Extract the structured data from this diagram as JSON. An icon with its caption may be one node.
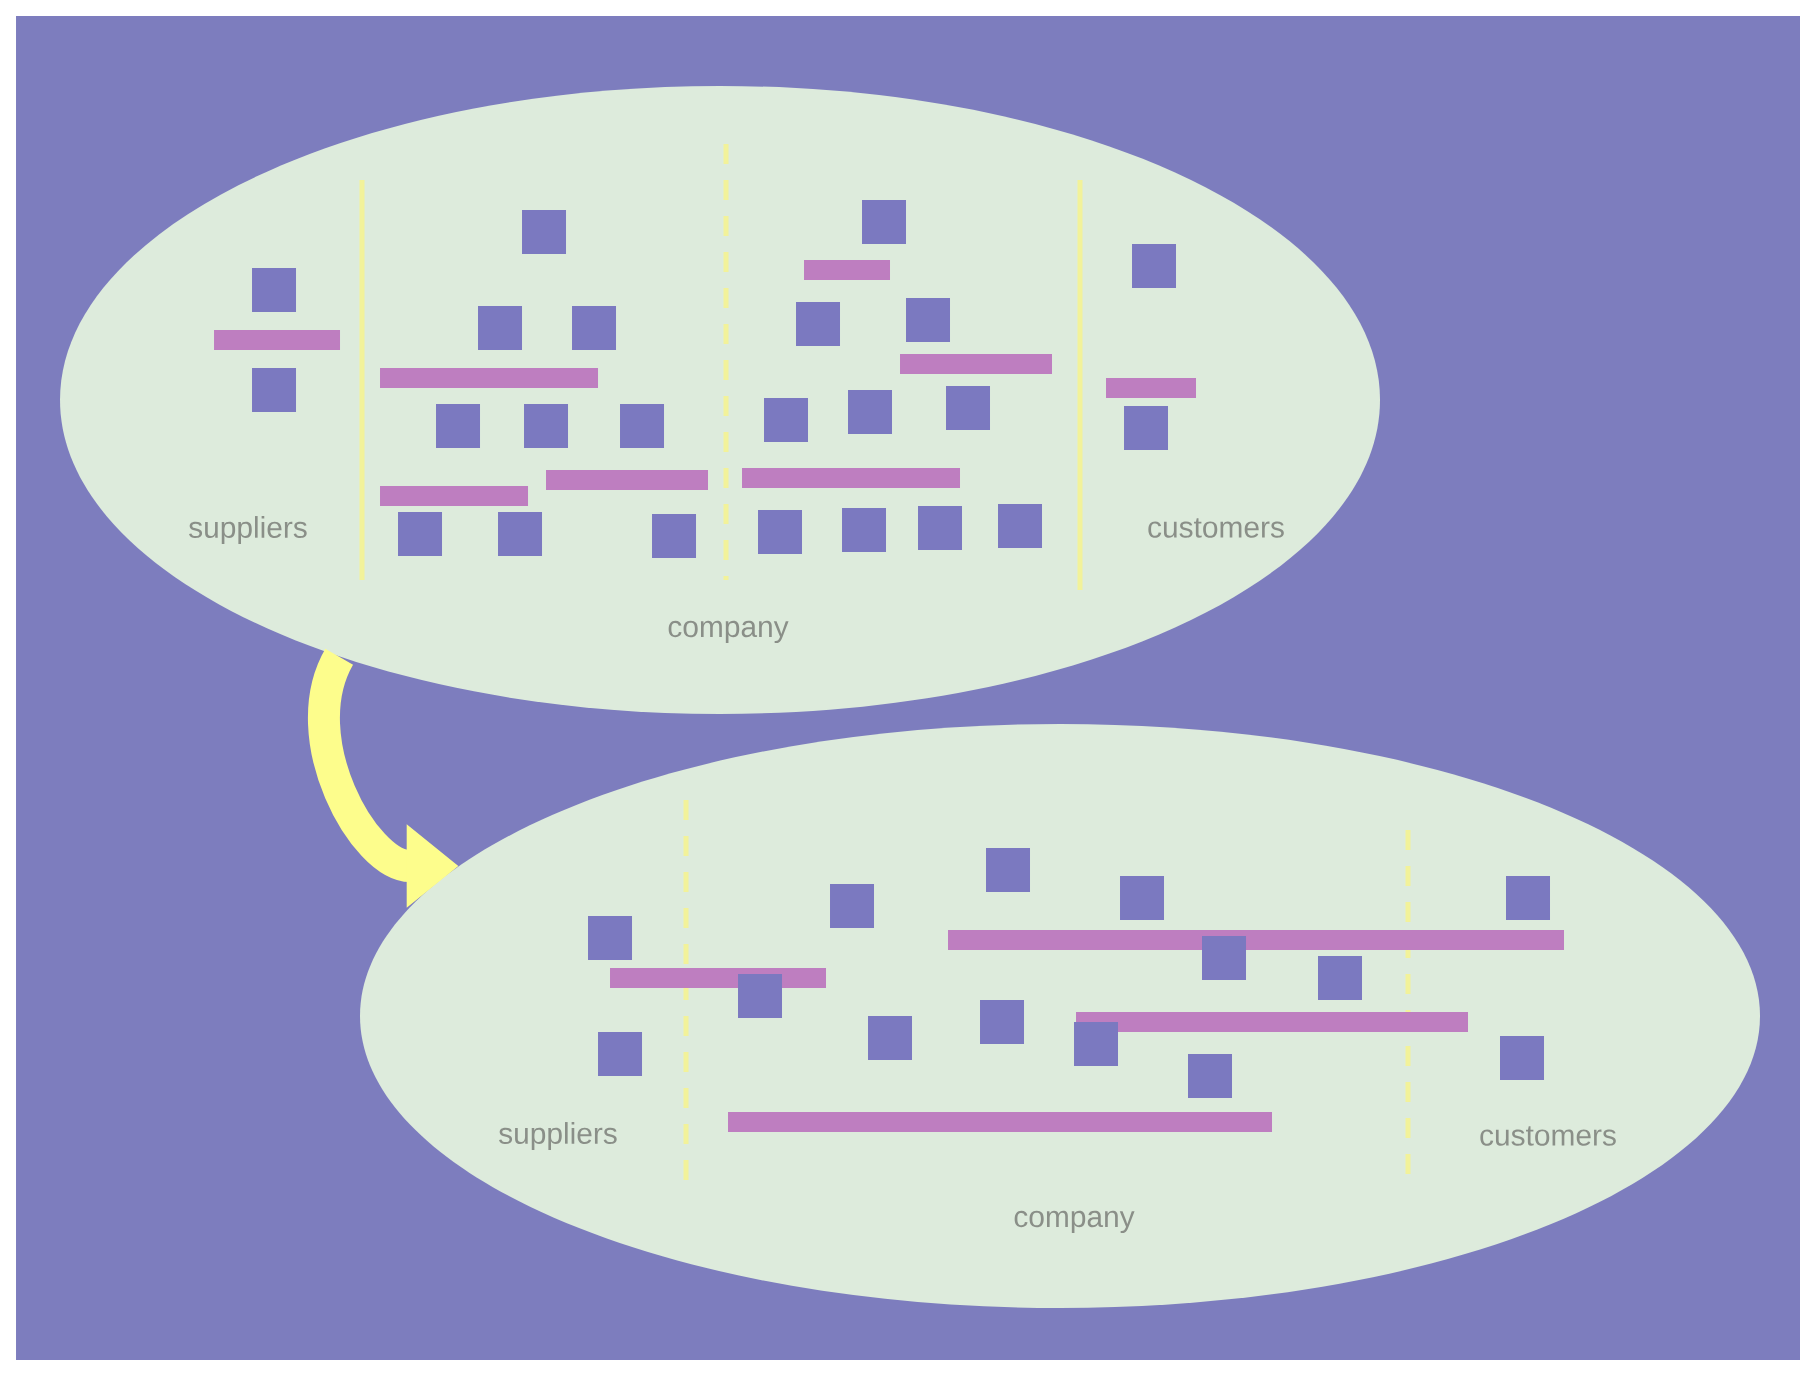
{
  "diagram": {
    "nodes": [
      {
        "text": [
          "suppliers",
          "customers",
          "company"
        ]
      },
      {
        "text": [
          "suppliers",
          "customers",
          "company"
        ]
      }
    ],
    "edges": [
      {
        "from": 0,
        "to": 1,
        "arrow": "to",
        "color": "#fdfd8c"
      }
    ]
  }
}
